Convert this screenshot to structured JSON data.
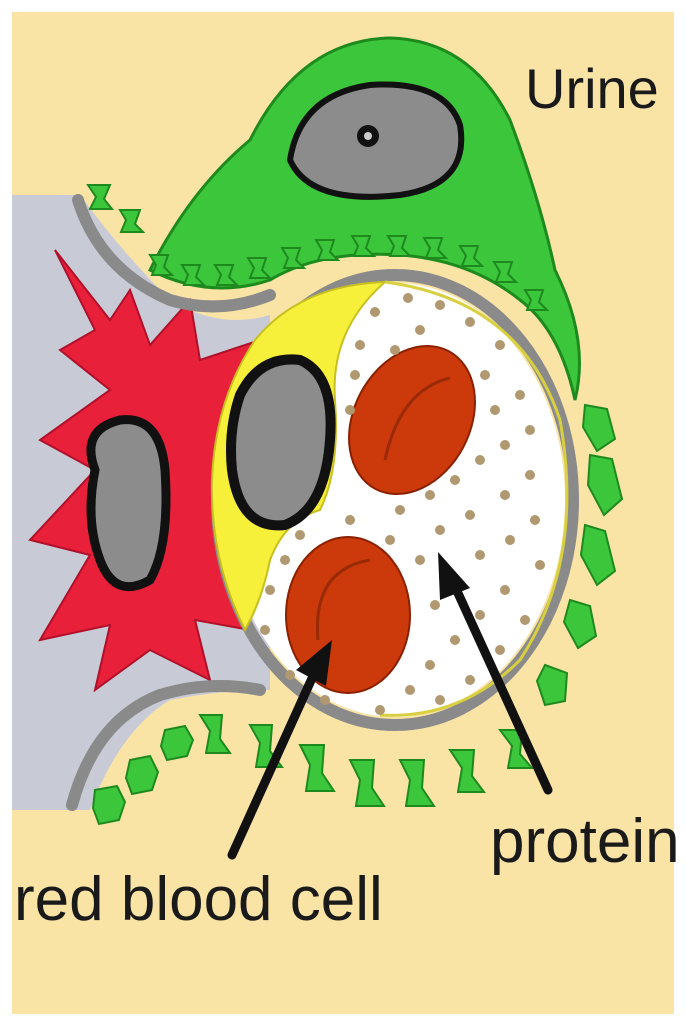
{
  "labels": {
    "urine": "Urine",
    "protein": "protein",
    "red_blood_cell": "red blood cell"
  },
  "colors": {
    "background": "#f9e4a6",
    "podocyte": "#3cc63c",
    "nucleus": "#8c8c8c",
    "mesangial_cell": "#e8203a",
    "endothelial_cell": "#f6f03a",
    "red_blood_cell": "#cc3a0c",
    "capillary_membrane": "#8a8a8a",
    "interstitium": "#c8cbd6",
    "protein_dot": "#b09870"
  }
}
